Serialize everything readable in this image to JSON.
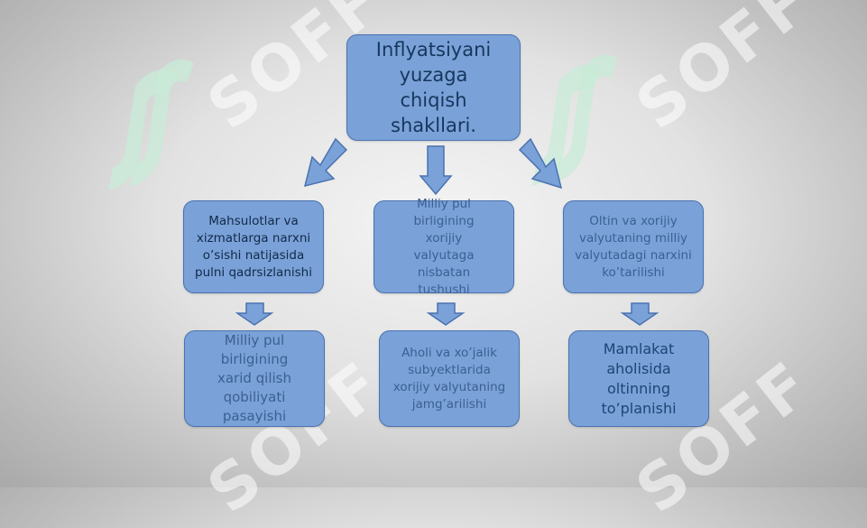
{
  "diagram": {
    "title": "Inflyatsiyani yuzaga chiqish shakllari.",
    "level1": [
      "Mahsulotlar  va xizmatlarga narxni o’sishi natijasida pulni qadrsizlanishi",
      "Milliy pul birligining xorijiy valyutaga nisbatan tushushi",
      "Oltin va xorijiy valyutaning milliy valyutadagi narxini ko’tarilishi"
    ],
    "level2": [
      "Milliy pul birligining xarid qilish qobiliyati pasayishi",
      "Aholi va xo’jalik subyektlarida xorijiy valyutaning jamg’arilishi",
      "Mamlakat aholisida oltinning to’planishi"
    ],
    "colors": {
      "box_fill": "#7aa2d8",
      "box_border": "#4a72b0",
      "text": "#17365d"
    }
  },
  "watermark": {
    "text": "SOFF"
  }
}
